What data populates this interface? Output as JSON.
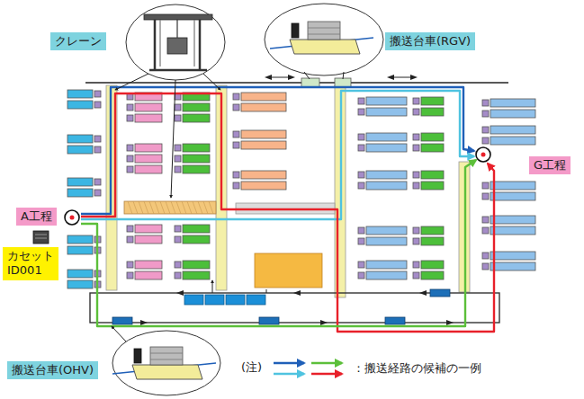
{
  "diagram": {
    "nodes": [
      {
        "text": [
          "クレーン"
        ]
      },
      {
        "text": [
          "搬送台車(RGV)"
        ]
      },
      {
        "text": [
          "G工程"
        ]
      },
      {
        "text": [
          "A工程"
        ]
      },
      {
        "text": [
          "カセット ID001"
        ]
      },
      {
        "text": [
          "搬送台車(OHV)"
        ]
      }
    ],
    "labels": [
      "(注)"
    ],
    "legend": [
      {
        "text": "：搬送経路の候補の一例"
      }
    ]
  }
}
